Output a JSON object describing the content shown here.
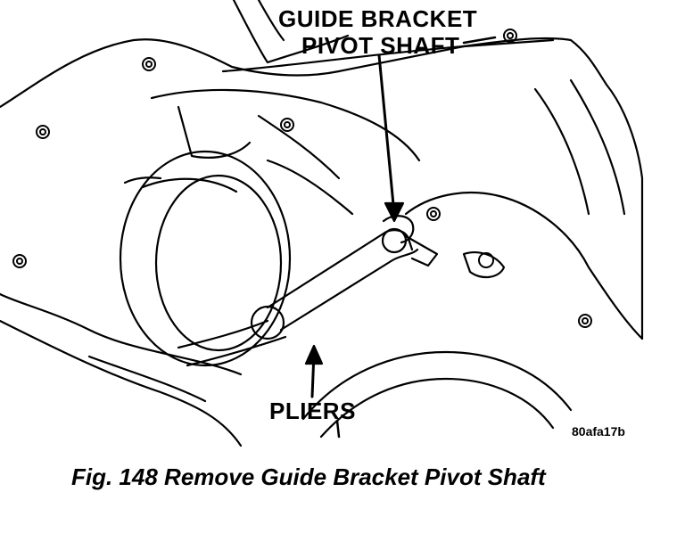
{
  "figure": {
    "callouts": {
      "guide_bracket_line1": "GUIDE BRACKET",
      "guide_bracket_line2": "PIVOT SHAFT",
      "pliers": "PLIERS"
    },
    "reference_code": "80afa17b",
    "caption": "Fig. 148 Remove Guide Bracket Pivot Shaft"
  },
  "colors": {
    "ink": "#000000",
    "paper": "#ffffff"
  }
}
